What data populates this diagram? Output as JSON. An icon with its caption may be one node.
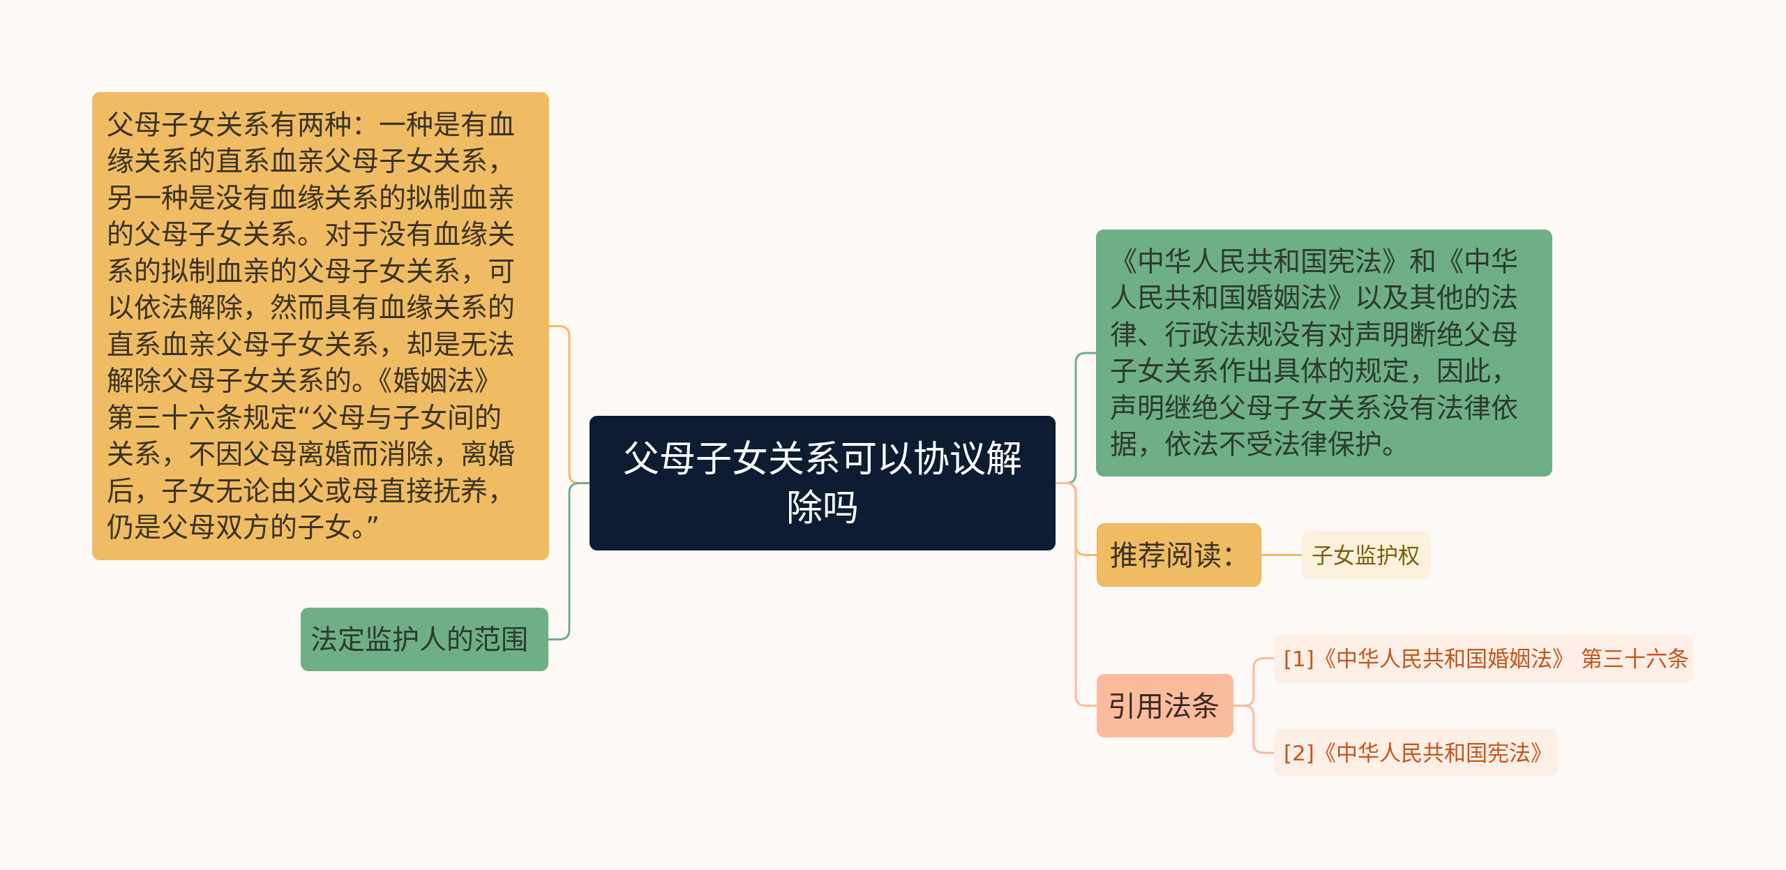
{
  "diagram": {
    "nodes": [
      {
        "text": [
          "父母子女关系可以协议解除吗"
        ]
      },
      {
        "text": [
          "父母子女关系有两种：一种是有血缘关系的直系血亲父母子女关系，另一种是没有血缘关系的拟制血亲的父母子女关系。对于没有血缘关系的拟制血亲的父母子女关系，可以依法解除，然而具有血缘关系的直系血亲父母子女关系，却是无法解除父母子女关系的。《婚姻法》第三十六条规定“父母与子女间的关系，不因父母离婚而消除，离婚后，子女无论由父或母直接抚养，仍是父母双方的子女。”"
        ]
      },
      {
        "text": [
          "法定监护人的范围"
        ]
      },
      {
        "text": [
          "《中华人民共和国宪法》和《中华人民共和国婚姻法》以及其他的法律、行政法规没有对声明断绝父母子女关系作出具体的规定，因此，声明继绝父母子女关系没有法律依据，依法不受法律保护。"
        ]
      },
      {
        "text": [
          "推荐阅读："
        ]
      },
      {
        "text": [
          "子女监护权"
        ]
      },
      {
        "text": [
          "引用法条"
        ]
      },
      {
        "text": [
          "[1]《中华人民共和国婚姻法》 第三十六条"
        ]
      },
      {
        "text": [
          "[2]《中华人民共和国宪法》"
        ]
      }
    ],
    "edges": [
      {
        "from": 0,
        "to": 1,
        "arrow": "none",
        "color": "#f0bc63"
      },
      {
        "from": 0,
        "to": 2,
        "arrow": "none",
        "color": "#6faf85"
      },
      {
        "from": 0,
        "to": 3,
        "arrow": "none",
        "color": "#6faf85"
      },
      {
        "from": 0,
        "to": 4,
        "arrow": "none",
        "color": "#f0bc63"
      },
      {
        "from": 0,
        "to": 6,
        "arrow": "none",
        "color": "#f8bb9a"
      },
      {
        "from": 4,
        "to": 5,
        "arrow": "none",
        "color": "#f0bc63"
      },
      {
        "from": 6,
        "to": 7,
        "arrow": "none",
        "color": "#f8bb9a"
      },
      {
        "from": 6,
        "to": 8,
        "arrow": "none",
        "color": "#f8bb9a"
      }
    ]
  }
}
